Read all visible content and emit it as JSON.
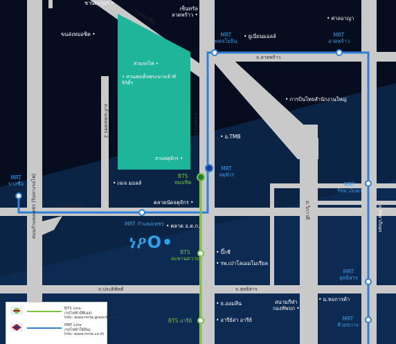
{
  "map": {
    "colors": {
      "background_dark": "#050d1f",
      "background_navy": "#0b2445",
      "road": "#c9c9c9",
      "green_area": "#1fb59b",
      "bts_line": "#7ac143",
      "mrt_line": "#2f7fd6",
      "mrt_text": "#3a9de8"
    },
    "roads": {
      "phahonyothin": "ถ.พหลโยธิน",
      "kamphaeng_phet": "ถ.กำแพงเพชร",
      "lat_phrao": "ถ.ลาดพร้าว",
      "vibhavadi": "ถ.วิภาวดี",
      "kamphaeng_phet_2": "ถ.กำแพงเพชร 2",
      "don_mueang": "ถ.ดอนเมือง",
      "pradiphat": "ถ.ประดิพัทธ์",
      "sutthisan": "ถ.สุทธิสาร",
      "ratchadaphisek": "ถ.รัชดาภิเษก",
      "kamphaeng_phet_rail": "ถนนกำแพงเพชร (ริมทางรถไฟ)"
    },
    "green_areas": {
      "suan_rot_fai": "สวนรถไฟ",
      "queen_sirikit_park": "สวนสมเด็จพระนางเจ้าสิริกิติ์ฯ",
      "suan_chatuchak": "สวนจตุจักร"
    },
    "stations": {
      "mrt_bang_sue": [
        "MRT",
        "บางซื่อ"
      ],
      "mrt_kamphaeng_phet": "MRT กำแพงเพชร",
      "mrt_chatuchak": [
        "MRT",
        "จตุจักร"
      ],
      "mrt_phahon_yothin": [
        "MRT",
        "พหลโยธิน"
      ],
      "mrt_lat_phrao": [
        "MRT",
        "ลาดพร้าว"
      ],
      "mrt_ratchadaphisek": [
        "MRT",
        "รัชดาภิเษก"
      ],
      "mrt_sutthisan": [
        "MRT",
        "สุทธิสาร"
      ],
      "mrt_huai_khwang": [
        "MRT",
        "ห้วยขวาง"
      ],
      "bts_mo_chit": [
        "BTS",
        "หมอชิต"
      ],
      "bts_saphan_khwai": [
        "BTS",
        "สะพานควาย"
      ],
      "bts_ari": "BTS อารีย์"
    },
    "places": {
      "union_mall": "ยูเนี่ยนมอลล์",
      "central_lat_phrao": [
        "เซ็นทรัล",
        "ลาดพร้าว"
      ],
      "chanm": "ชานมกรุงฯ",
      "big_c": "ขนส่งหมอชิต",
      "sala_aya": "ศาลอาญา",
      "tmb": "อ.TMB",
      "ptt": "การบินไทยสำนักงานใหญ่",
      "jj_mall": "เจเจ มอลล์",
      "chatuchak_market": "ตลาดนัดจตุจักร",
      "or_tor_kor": "ตลาด อ.ต.ก.",
      "big_c_saphankhwai": "บิ๊กซี",
      "paolo_hospital": "รพ.เปาโลเมมโมเรียล",
      "sp_building": "ธ.ออมสิน",
      "ari_tower": "อารีย์ล่า อารีย์",
      "stadium": [
        "สนามกีฬา",
        "กองทัพบก"
      ],
      "mol": "ม.หอการค้า"
    },
    "logo_text": "ነዖO•"
  },
  "legend": {
    "bts_title": "BTS Line",
    "bts_sub": "(รถไฟฟ้าบีทีเอส)",
    "bts_info": "Info: www.mrta.greenline.net",
    "mrt_title": "MRT Line",
    "mrt_sub": "(รถไฟฟ้าใต้ดิน)",
    "mrt_info": "Info: www.mrta.co.th"
  }
}
